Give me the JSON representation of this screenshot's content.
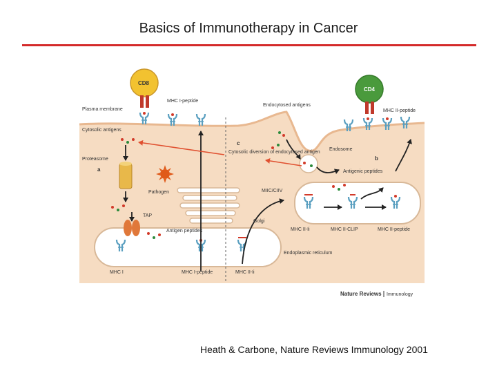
{
  "slide": {
    "title": "Basics of Immunotherapy in Cancer",
    "citation": "Heath & Carbone, Nature Reviews Immunology 2001"
  },
  "figure": {
    "labels": {
      "cd8": "CD8",
      "cd4": "CD4",
      "mhc_i_peptide_top": "MHC I-peptide",
      "mhc_ii_peptide_top": "MHC II-peptide",
      "plasma_membrane": "Plasma membrane",
      "cytosolic_antigens": "Cytosolic antigens",
      "proteasome": "Proteasome",
      "panel_a": "a",
      "pathogen": "Pathogen",
      "tap": "TAP",
      "antigen_peptides": "Antigen peptides",
      "mhc_i_bottom": "MHC I",
      "mhc_i_peptide_bottom": "MHC I-peptide",
      "mhc_ii_ii": "MHC II-Ii",
      "endocytosed_antigens": "Endocytosed antigens",
      "panel_c": "c",
      "cytosolic_diversion": "Cytosolic diversion of endocytosed antigen",
      "endosome": "Endosome",
      "panel_b": "b",
      "antigenic_peptides": "Antigenic peptides",
      "miic_ciiv": "MIIC/CIIV",
      "golgi": "Golgi",
      "mhc_ii_ii_miic": "MHC II-Ii",
      "mhc_ii_clip": "MHC II-CLIP",
      "mhc_ii_peptide_miic": "MHC II-peptide",
      "endoplasmic_reticulum": "Endoplasmic reticulum"
    },
    "credit": {
      "journal": "Nature Reviews",
      "section": "Immunology"
    },
    "colors": {
      "cytoplasm": "#f6dcc2",
      "extracellular": "#ffffff",
      "cd8": "#f2c230",
      "cd4": "#4a9a3c",
      "mhc_receptor": "#5a9fc0",
      "peptide": "#d23a2a",
      "tap": "#e0783a",
      "proteasome": "#e8b84a",
      "pathogen": "#e05a1a",
      "arrow": "#222222",
      "diversion_arrow": "#e05030"
    }
  }
}
